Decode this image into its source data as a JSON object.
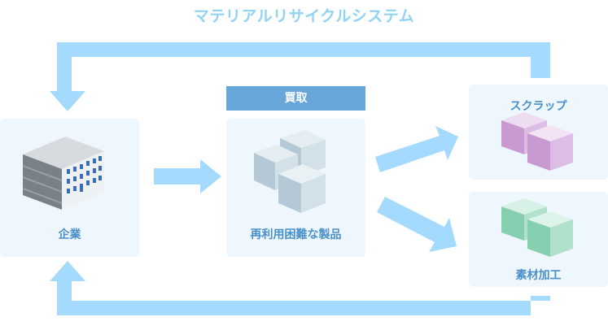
{
  "title": "マテリアルリサイクルシステム",
  "nodes": {
    "company": {
      "label": "企業",
      "icon": "office-building-icon"
    },
    "product": {
      "label": "再利用困難な製品",
      "badge": "買取",
      "icon": "cubes-icon"
    },
    "scrap": {
      "label": "スクラップ",
      "icon": "cubes-icon"
    },
    "material": {
      "label": "素材加工",
      "icon": "cubes-icon"
    }
  },
  "colors": {
    "arrow": "#a3dafd",
    "box": "#eef7fd",
    "label": "#4a8fca",
    "badge": "#66a6d8",
    "scrap_cube": "#d7b3df",
    "material_cube": "#a9e2cd",
    "product_cube": "#c4d7e3"
  }
}
